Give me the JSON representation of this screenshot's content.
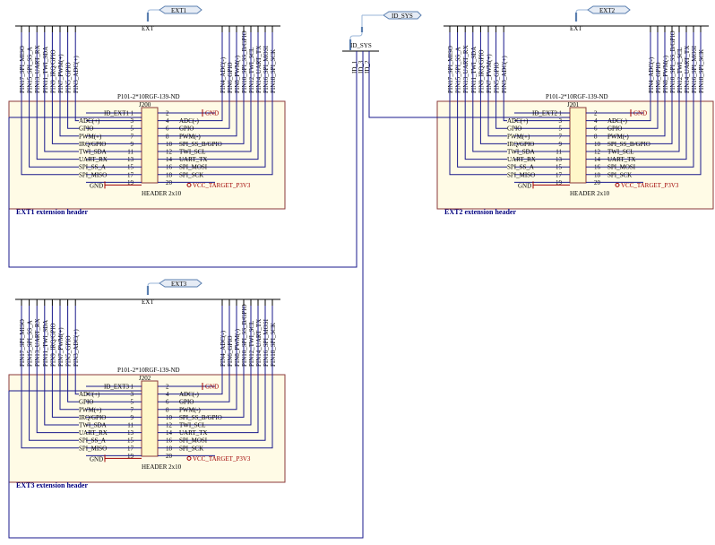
{
  "ext_blocks": [
    {
      "port": "EXT1",
      "bus_label": "EXT",
      "part": "P101-2*10RGF-139-ND",
      "designator": "J200",
      "footprint": "HEADER 2x10",
      "title": "EXT1 extension header",
      "id_label": "ID_EXT1"
    },
    {
      "port": "EXT2",
      "bus_label": "EXT",
      "part": "P101-2*10RGF-139-ND",
      "designator": "J201",
      "footprint": "HEADER 2x10",
      "title": "EXT2 extension header",
      "id_label": "ID_EXT2"
    },
    {
      "port": "EXT3",
      "bus_label": "EXT",
      "part": "P101-2*10RGF-139-ND",
      "designator": "J202",
      "footprint": "HEADER 2x10",
      "title": "EXT3 extension header",
      "id_label": "ID_EXT3"
    }
  ],
  "bus_left_labels": [
    "PIN17_SPI_MISO",
    "PIN15_SPI_SS_A",
    "PIN13_UART_RX",
    "PIN11_TWI_SDA",
    "PIN9_IRQ/GPIO",
    "PIN7_PWM(+)",
    "PIN5_GPIO",
    "PIN3_ADC(+)"
  ],
  "bus_right_labels": [
    "PIN4_ADC(-)",
    "PIN6_GPIO",
    "PIN8_PWM(-)",
    "PIN10_SPI_SS_B/GPIO",
    "PIN12_TWI_SCL",
    "PIN14_UART_TX",
    "PIN16_SPI_MOSI",
    "PIN18_SPI_SCK"
  ],
  "left_pins": [
    {
      "num": "1",
      "name": ""
    },
    {
      "num": "3",
      "name": "ADC(+)"
    },
    {
      "num": "5",
      "name": "GPIO"
    },
    {
      "num": "7",
      "name": "PWM(+)"
    },
    {
      "num": "9",
      "name": "IRQ/GPIO"
    },
    {
      "num": "11",
      "name": "TWI_SDA"
    },
    {
      "num": "13",
      "name": "UART_RX"
    },
    {
      "num": "15",
      "name": "SPI_SS_A"
    },
    {
      "num": "17",
      "name": "SPI_MISO"
    },
    {
      "num": "19",
      "name": "GND"
    }
  ],
  "right_pins": [
    {
      "num": "2",
      "name": "GND"
    },
    {
      "num": "4",
      "name": "ADC(-)"
    },
    {
      "num": "6",
      "name": "GPIO"
    },
    {
      "num": "8",
      "name": "PWM(-)"
    },
    {
      "num": "10",
      "name": "SPI_SS_B/GPIO"
    },
    {
      "num": "12",
      "name": "TWI_SCL"
    },
    {
      "num": "14",
      "name": "UART_TX"
    },
    {
      "num": "16",
      "name": "SPI_MOSI"
    },
    {
      "num": "18",
      "name": "SPI_SCK"
    },
    {
      "num": "20",
      "name": "VCC_TARGET_P3V3"
    }
  ],
  "id_sys": {
    "port": "ID_SYS",
    "bus_label": "ID_SYS",
    "signals": [
      "ID_1",
      "ID_3",
      "ID_2"
    ]
  },
  "colors": {
    "wire": "#1a1a8c",
    "power": "#a00000",
    "body_fill": "#fffbe6",
    "box_border": "#8b3a3a",
    "bus": "#5b7fb0"
  }
}
